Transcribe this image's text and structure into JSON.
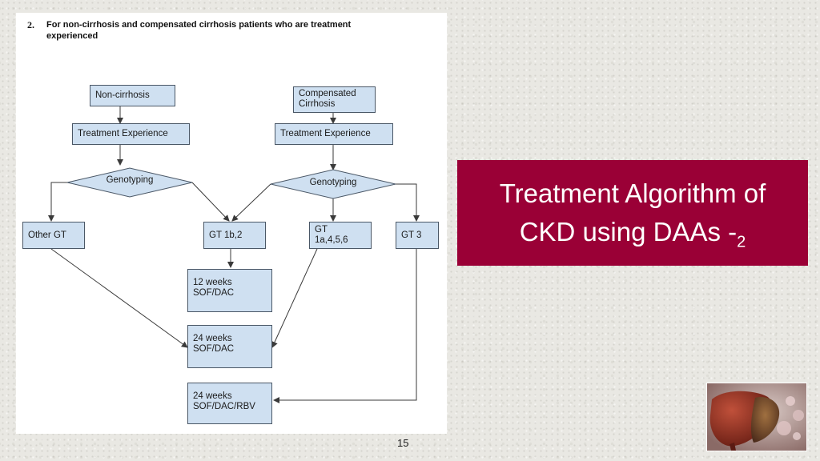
{
  "slide": {
    "title_main": "Treatment Algorithm of",
    "title_line2": "CKD using DAAs -",
    "title_subscript": "2",
    "page_number": "15",
    "colors": {
      "title_bg": "#9a0036",
      "node_fill": "#cfe0f1",
      "node_border": "#4a5766"
    }
  },
  "diagram": {
    "heading_number": "2.",
    "heading_text": "For non-cirrhosis and compensated cirrhosis patients who are treatment experienced",
    "nodes": {
      "non_cirrhosis": "Non-cirrhosis",
      "compensated_cirrhosis": "Compensated\nCirrhosis",
      "treatment_experience_left": "Treatment Experience",
      "treatment_experience_right": "Treatment Experience",
      "genotyping_left": "Genotyping",
      "genotyping_right": "Genotyping",
      "other_gt": "Other GT",
      "gt_1b2": "GT 1b,2",
      "gt_1a456": "GT\n1a,4,5,6",
      "gt_3": "GT 3",
      "weeks12_sof_dac": "12 weeks\nSOF/DAC",
      "weeks24_sof_dac": "24 weeks\nSOF/DAC",
      "weeks24_sof_dac_rbv": "24 weeks\nSOF/DAC/RBV"
    }
  }
}
